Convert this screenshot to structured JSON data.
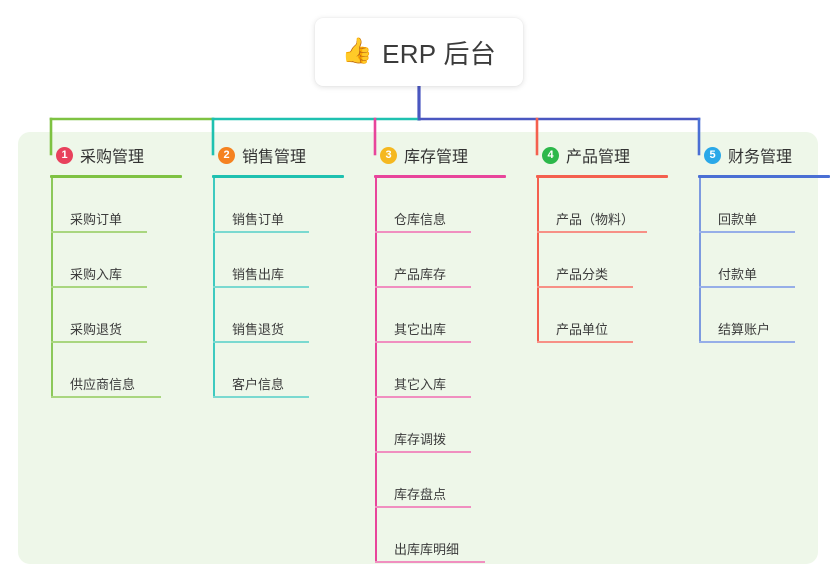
{
  "page": {
    "background": "#ffffff",
    "panel_background": "#eef7e9"
  },
  "root": {
    "icon": "thumbs-up-icon",
    "emoji": "👍",
    "title": "ERP 后台",
    "stem_color": "#4a57c0"
  },
  "bus": {
    "segments": [
      {
        "name": "green-segment",
        "color": "#7ec242"
      },
      {
        "name": "teal-segment",
        "color": "#1fc1b0"
      },
      {
        "name": "indigo-segment",
        "color": "#4a57c0"
      }
    ]
  },
  "branches": [
    {
      "index": "1",
      "label": "采购管理",
      "badge_color": "#e8415c",
      "rule_color": "#7ec242",
      "line_color": "#8cc85a",
      "leaf_color": "#a9d67f",
      "stub_color": "#7ec242",
      "items": [
        "采购订单",
        "采购入库",
        "采购退货",
        "供应商信息"
      ]
    },
    {
      "index": "2",
      "label": "销售管理",
      "badge_color": "#f58220",
      "rule_color": "#1fc1b0",
      "line_color": "#3ecac0",
      "leaf_color": "#7ad9d0",
      "stub_color": "#1fc1b0",
      "items": [
        "销售订单",
        "销售出库",
        "销售退货",
        "客户信息"
      ]
    },
    {
      "index": "3",
      "label": "库存管理",
      "badge_color": "#f5b820",
      "rule_color": "#e8459b",
      "line_color": "#e8459b",
      "leaf_color": "#f08fc0",
      "stub_color": "#e8459b",
      "items": [
        "仓库信息",
        "产品库存",
        "其它出库",
        "其它入库",
        "库存调拨",
        "库存盘点",
        "出库库明细"
      ]
    },
    {
      "index": "4",
      "label": "产品管理",
      "badge_color": "#2cb84a",
      "rule_color": "#f4604f",
      "line_color": "#f4604f",
      "leaf_color": "#f79086",
      "stub_color": "#f4604f",
      "items": [
        "产品（物料）",
        "产品分类",
        "产品单位"
      ]
    },
    {
      "index": "5",
      "label": "财务管理",
      "badge_color": "#2aa8e8",
      "rule_color": "#4a6fd4",
      "line_color": "#7d9ae0",
      "leaf_color": "#96aee8",
      "stub_color": "#4a6fd4",
      "items": [
        "回款单",
        "付款单",
        "结算账户"
      ]
    }
  ]
}
